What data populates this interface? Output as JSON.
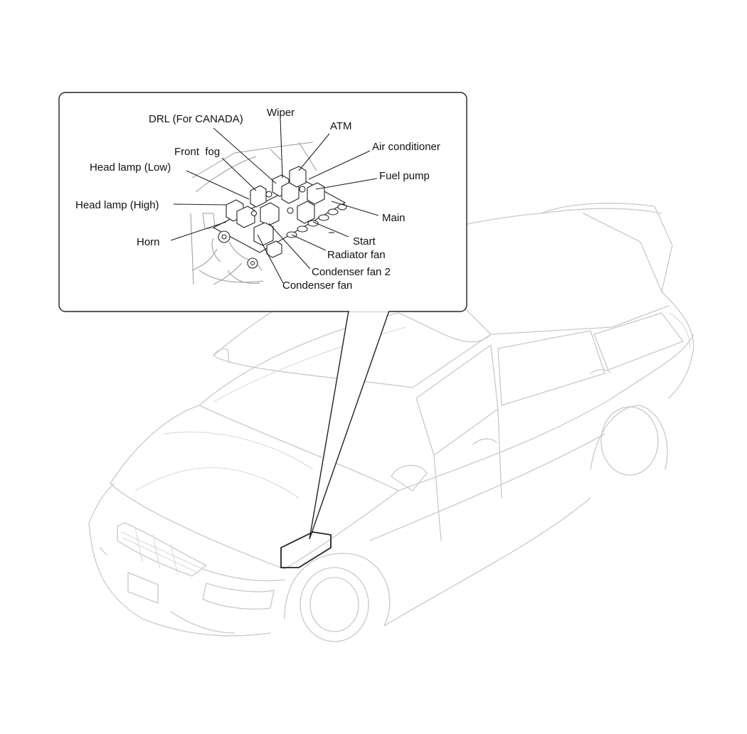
{
  "callout_labels": {
    "drl": "DRL (For CANADA)",
    "wiper": "Wiper",
    "atm": "ATM",
    "air_conditioner": "Air conditioner",
    "front_fog": "Front  fog",
    "head_lamp_low": "Head lamp (Low)",
    "fuel_pump": "Fuel pump",
    "head_lamp_high": "Head lamp (High)",
    "main": "Main",
    "horn": "Horn",
    "start": "Start",
    "radiator_fan": "Radiator fan",
    "condenser_fan_2": "Condenser fan 2",
    "condenser_fan": "Condenser fan"
  },
  "colors": {
    "line": "#222222",
    "car_outline": "#c9c9c9",
    "background": "#ffffff"
  }
}
